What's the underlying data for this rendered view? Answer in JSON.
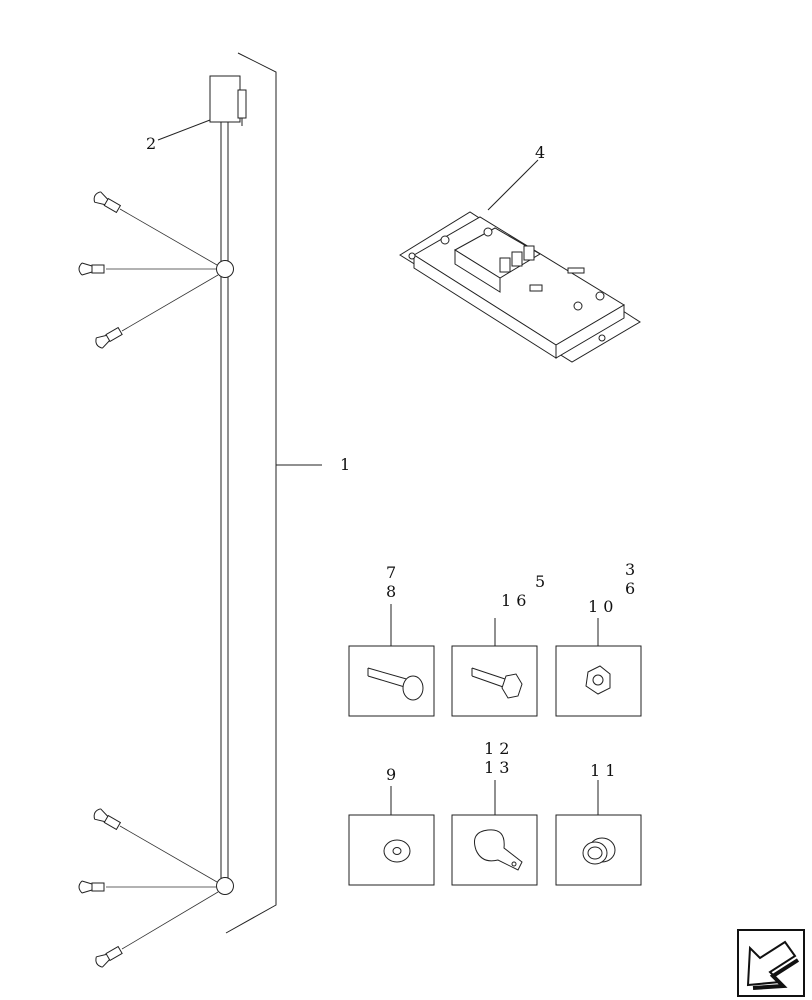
{
  "diagram": {
    "callouts": {
      "harness": "1",
      "connector": "2",
      "relay_panel": "4",
      "bolt_a": [
        "7",
        "8"
      ],
      "bolt_b": [
        "1 6",
        "5"
      ],
      "nut": [
        "3",
        "6",
        "1 0"
      ],
      "washer": "9",
      "clamp": [
        "1 2",
        "1 3"
      ],
      "grommet": "1 1"
    },
    "icons": {
      "nav_arrow": "back-arrow-icon"
    }
  }
}
